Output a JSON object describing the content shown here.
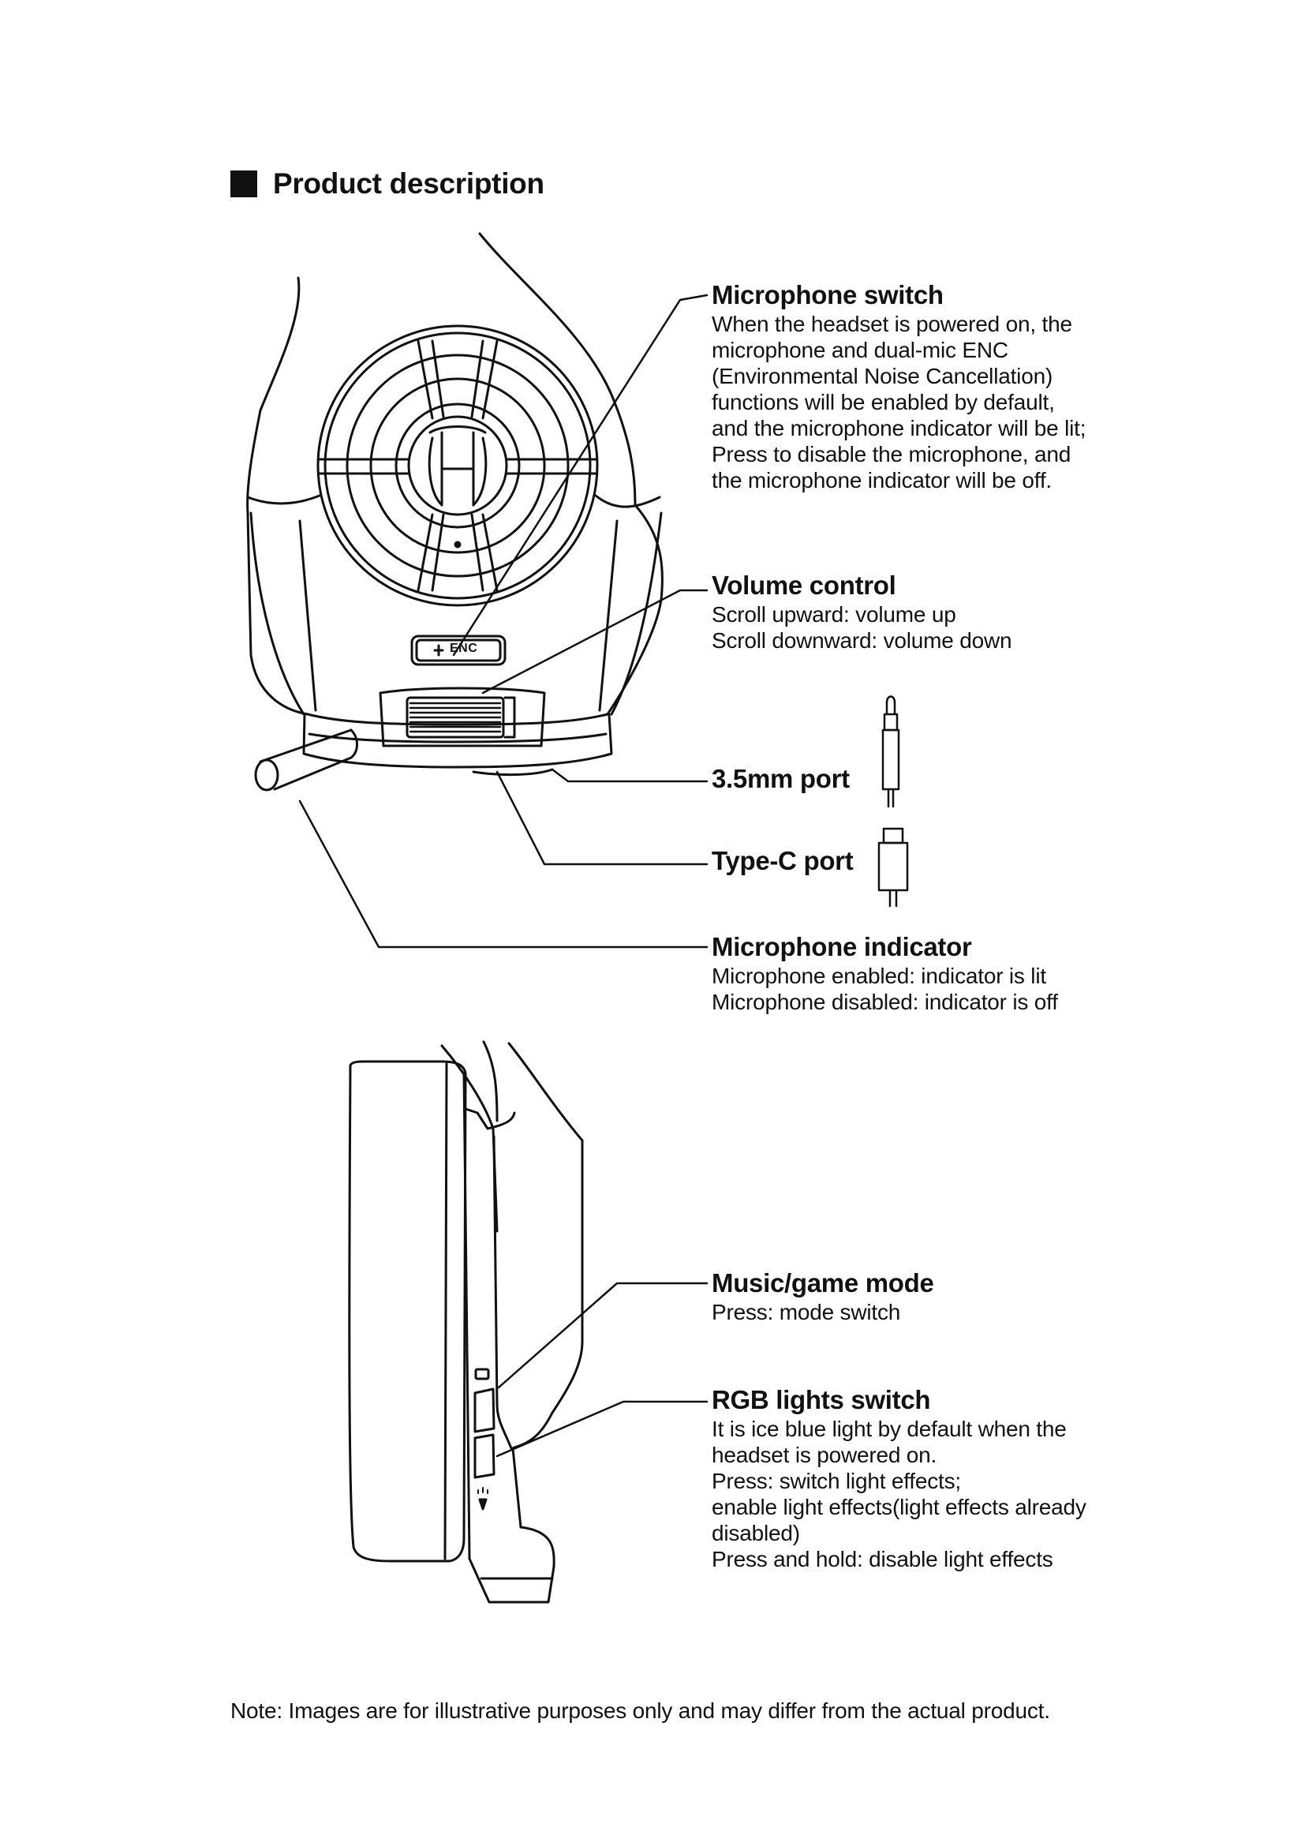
{
  "page": {
    "heading": "Product description",
    "note": "Note: Images are for illustrative purposes only and may differ from the actual product."
  },
  "callouts": {
    "mic_switch": {
      "title": "Microphone switch",
      "lines": [
        "When the headset is powered on, the",
        "microphone and dual-mic ENC",
        "(Environmental Noise Cancellation)",
        "functions will be enabled by default,",
        "and the microphone indicator will be lit;",
        "Press to disable the microphone, and",
        "the microphone indicator will be off."
      ]
    },
    "volume": {
      "title": "Volume control",
      "lines": [
        "Scroll upward: volume up",
        "Scroll downward: volume down"
      ]
    },
    "port_35": {
      "title": "3.5mm port"
    },
    "port_typec": {
      "title": "Type-C port"
    },
    "mic_indicator": {
      "title": "Microphone indicator",
      "lines": [
        "Microphone enabled: indicator is lit",
        "Microphone disabled: indicator is off"
      ]
    },
    "mode": {
      "title": "Music/game mode",
      "lines": [
        "Press: mode switch"
      ]
    },
    "rgb": {
      "title": "RGB lights switch",
      "lines": [
        "It is ice blue light by default when the",
        "headset is powered on.",
        "Press: switch light effects;",
        "enable light effects(light effects already",
        "disabled)",
        "Press and hold: disable light effects"
      ]
    }
  },
  "drawing": {
    "enc_button_text": "ENC"
  }
}
